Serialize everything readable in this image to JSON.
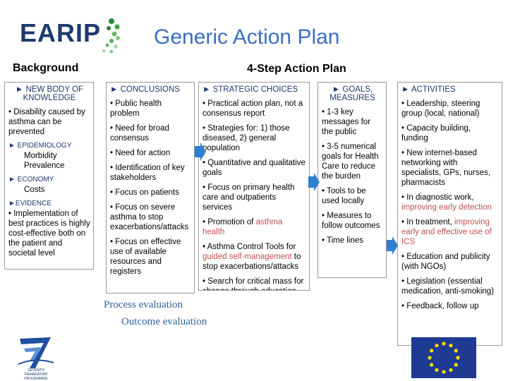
{
  "logo": {
    "text": "EARIP"
  },
  "title": "Generic Action Plan",
  "headers": {
    "background": "Background",
    "plan": "4-Step Action Plan"
  },
  "background": {
    "new_body": "► NEW BODY OF KNOWLEDGE",
    "disability": "• Disability caused by asthma can be prevented",
    "epidemiology": "► EPIDEMIOLOGY",
    "morbidity": "Morbidity Prevalence",
    "economy": "► ECONOMY",
    "costs": "Costs",
    "evidence": "►EVIDENCE",
    "implementation": "• Implementation of best practices is highly cost-effective both on the patient and societal level"
  },
  "conclusions": {
    "heading": "► CONCLUSIONS",
    "items": [
      "• Public health problem",
      "• Need for broad consensus",
      "• Need for action",
      "• Identification of key stakeholders",
      "• Focus on patients",
      "• Focus on severe asthma to stop exacerbations/attacks",
      "• Focus on effective use of available resources and registers"
    ]
  },
  "strategic": {
    "heading": "► STRATEGIC CHOICES",
    "i1": "• Practical action plan, not a consensus report",
    "i2": "• Strategies for: 1) those diseased, 2) general population",
    "i3": "• Quantitative and qualitative goals",
    "i4": "• Focus on primary health care and outpatients services",
    "i5_pre": "• Promotion of ",
    "i5_hl": "asthma health",
    "i6_pre": "• Asthma Control Tools for ",
    "i6_hl": "guided self-management",
    "i6_post": " to stop exacerbations/attacks",
    "i7": "• Search for critical mass for change through education and counselling"
  },
  "goals": {
    "heading": "► GOALS, MEASURES",
    "items": [
      "• 1-3 key messages for the public",
      "• 3-5 numerical goals for Health Care to reduce the burden",
      "• Tools to be used locally",
      "• Measures to follow outcomes",
      "• Time lines"
    ]
  },
  "activities": {
    "heading": "► ACTIVITIES",
    "a1": "• Leadership, steering group (local, national)",
    "a2": "• Capacity building, funding",
    "a3": "• New internet-based networking with specialists, GPs, nurses, pharmacists",
    "a4_pre": "• In diagnostic work, ",
    "a4_hl": "improving early detection",
    "a5_pre": "• In  treatment, ",
    "a5_hl": "improving early and effective use of ICS",
    "a6": "• Education and publicity (with NGOs)",
    "a7": "• Legislation (essential medication, anti-smoking)",
    "a8": "• Feedback, follow up"
  },
  "evaluation": {
    "process": "Process evaluation",
    "outcome": "Outcome evaluation"
  },
  "footer": {
    "fp7_text": "SEVENTH FRAMEWORK PROGRAMME"
  },
  "colors": {
    "title": "#3b6fc4",
    "heading": "#1f3a6e",
    "highlight": "#c0504d",
    "arrow": "#2f7fd0",
    "eu_blue": "#1f3a93",
    "eu_star": "#ffdd00"
  }
}
